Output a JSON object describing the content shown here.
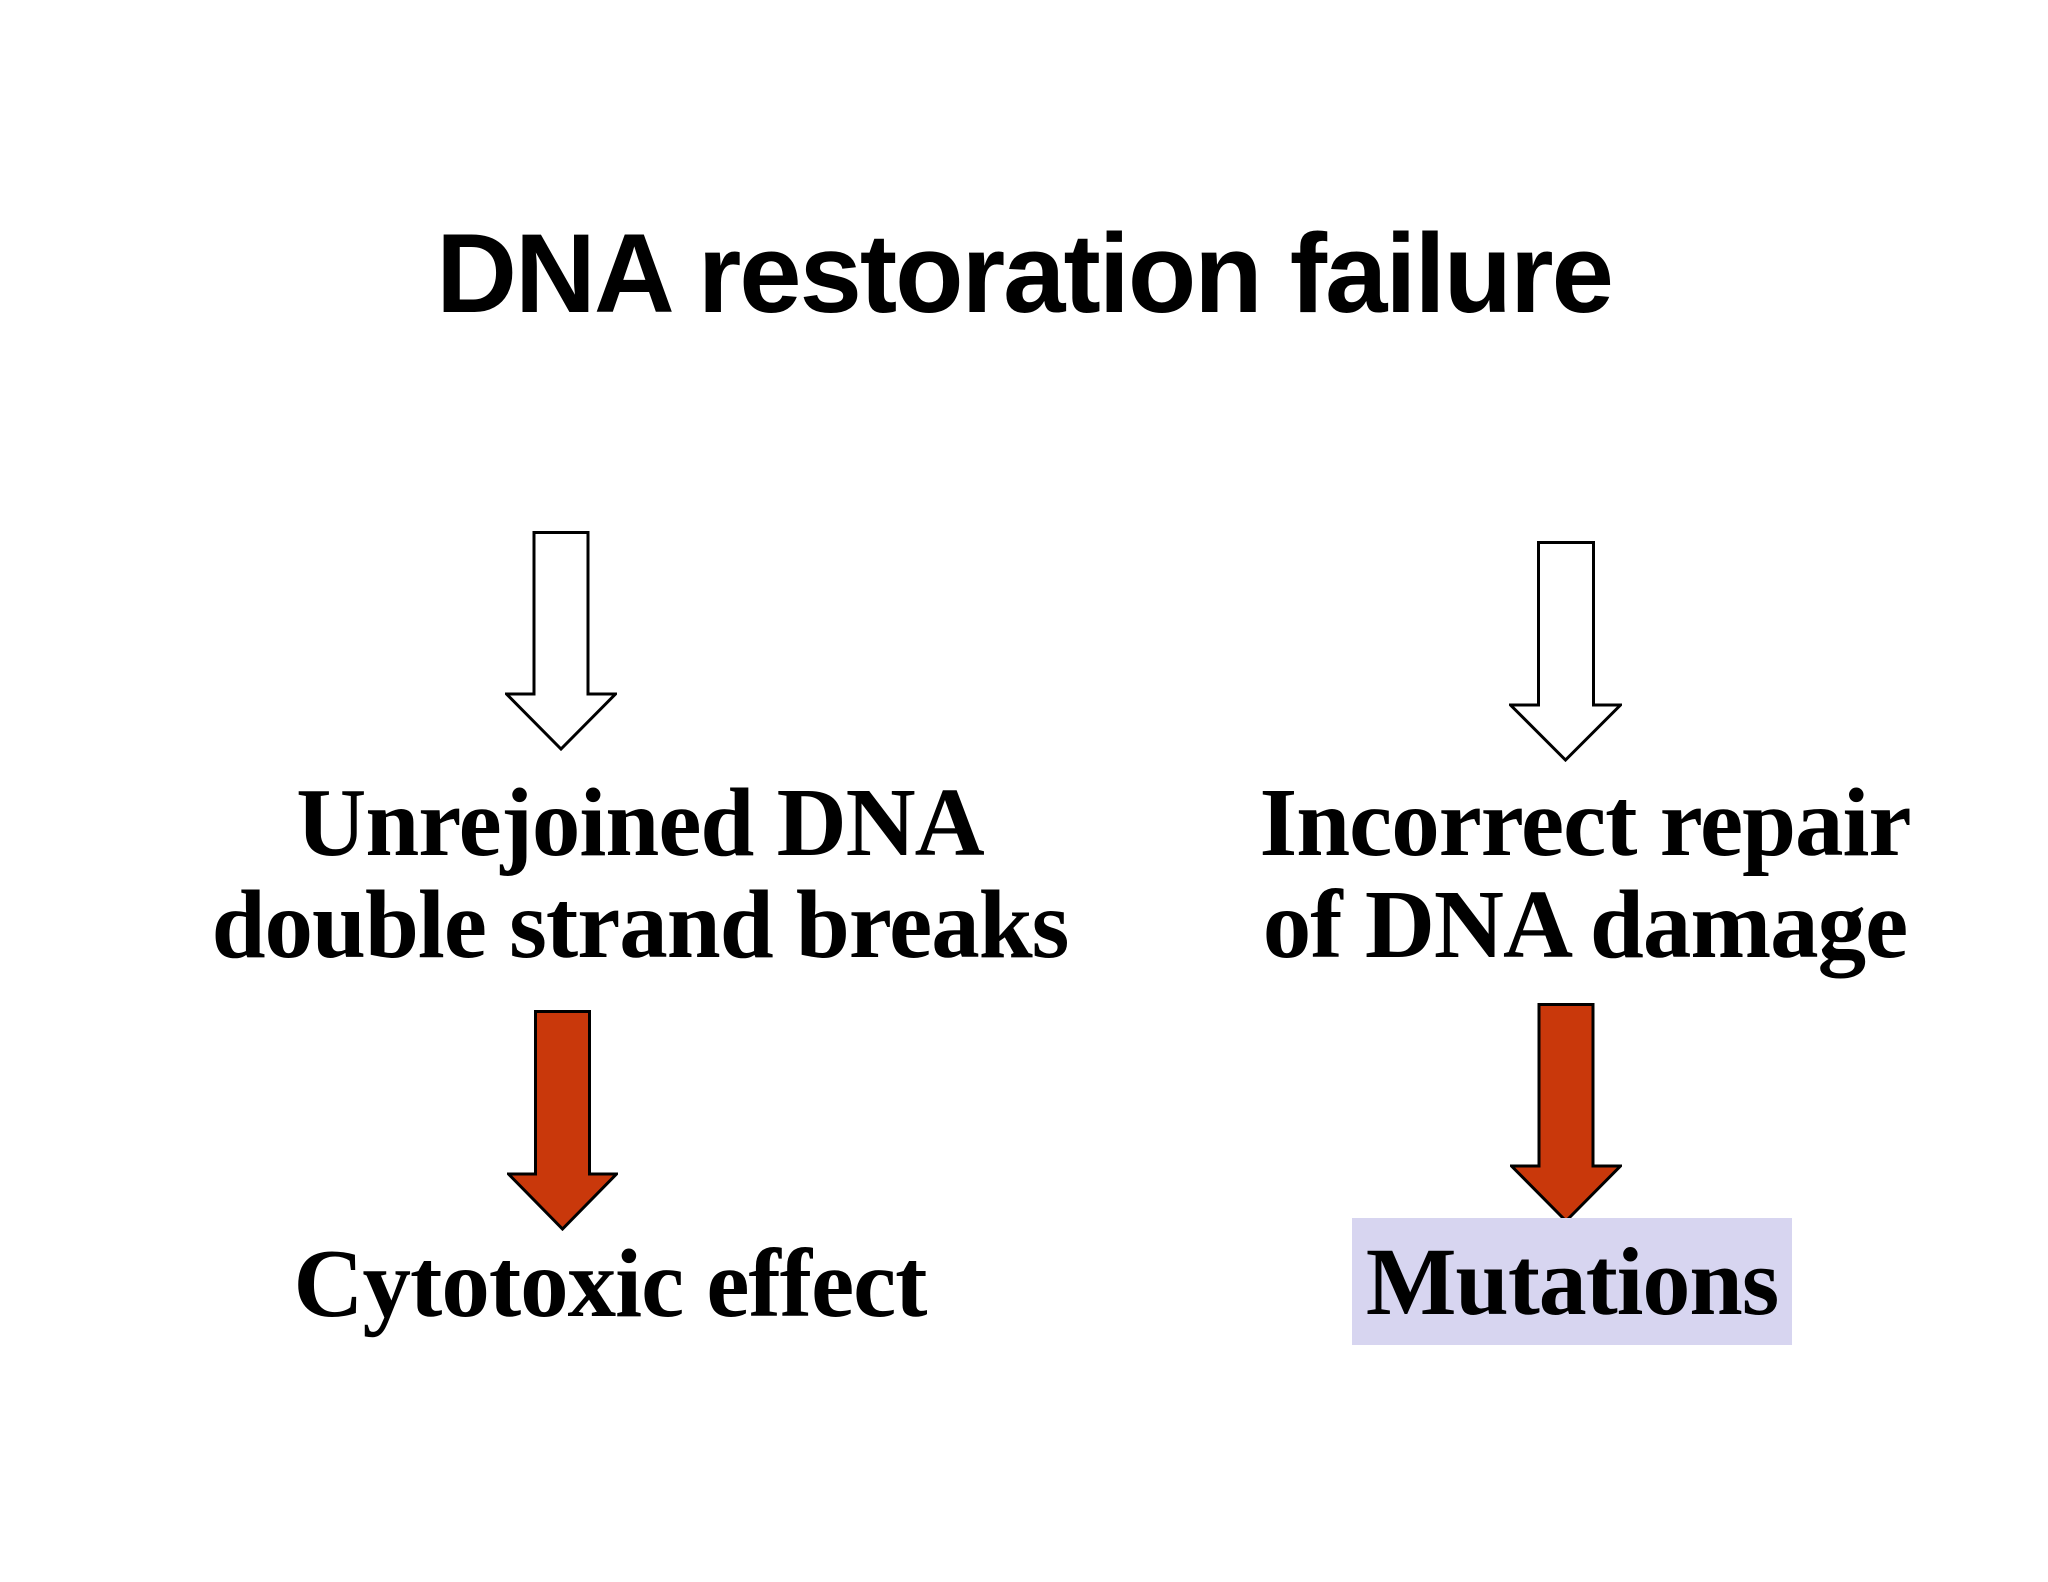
{
  "title": {
    "text": "DNA restoration failure"
  },
  "colors": {
    "background": "#ffffff",
    "text": "#000000",
    "arrow_outline": "#000000",
    "white_arrow_fill": "#ffffff",
    "red_arrow_fill": "#c9380b",
    "mutations_highlight": "#d7d5f0"
  },
  "left_branch": {
    "top_arrow_icon": "white-outline-down-arrow",
    "cause_line1": "Unrejoined DNA",
    "cause_line2": "double strand breaks",
    "bottom_arrow_icon": "red-down-arrow",
    "effect": "Cytotoxic effect"
  },
  "right_branch": {
    "top_arrow_icon": "white-outline-down-arrow",
    "cause_line1": "Incorrect repair",
    "cause_line2": "of DNA damage",
    "bottom_arrow_icon": "red-down-arrow",
    "effect": "Mutations"
  }
}
